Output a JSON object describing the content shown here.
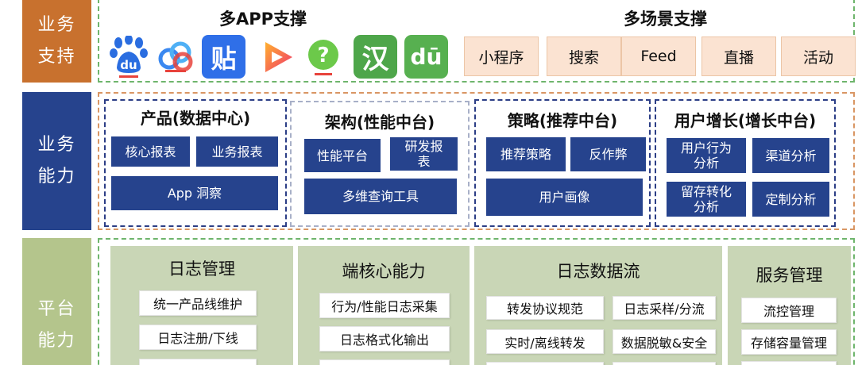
{
  "rows": {
    "business_support": "业务\n支持",
    "business_capability": "业务\n能力",
    "platform_capability": "平台\n能力"
  },
  "multi_app": {
    "title": "多APP支撑",
    "apps": [
      {
        "icon": "baidu-paw-icon",
        "color": "#2a6de0"
      },
      {
        "icon": "cloud-drive-icon",
        "color": "#3a88f0"
      },
      {
        "icon": "tieba-icon",
        "glyph": "贴",
        "color": "#2f6fe8"
      },
      {
        "icon": "video-play-icon",
        "color": "#f03a6a"
      },
      {
        "icon": "zhidao-question-icon",
        "glyph": "?",
        "color": "#6cc94a"
      },
      {
        "icon": "hanyu-dictionary-icon",
        "glyph": "汉",
        "color": "#4ea64a"
      },
      {
        "icon": "du-reader-icon",
        "glyph": "dū",
        "color": "#57b050"
      }
    ]
  },
  "multi_scene": {
    "title": "多场景支撑",
    "scenes": [
      "小程序",
      "搜索",
      "Feed",
      "直播",
      "活动"
    ]
  },
  "capabilities": {
    "product": {
      "title": "产品(数据中心)",
      "items": [
        "核心报表",
        "业务报表",
        "App 洞察"
      ]
    },
    "architecture": {
      "title": "架构(性能中台)",
      "items": [
        "性能平台",
        "研发报\n表",
        "多维查询工具"
      ]
    },
    "strategy": {
      "title": "策略(推荐中台)",
      "items": [
        "推荐策略",
        "反作弊",
        "用户画像"
      ]
    },
    "growth": {
      "title": "用户增长(增长中台)",
      "items": [
        "用户行为\n分析",
        "渠道分析",
        "留存转化\n分析",
        "定制分析"
      ]
    }
  },
  "platform": {
    "log_management": {
      "title": "日志管理",
      "items": [
        "统一产品线维护",
        "日志注册/下线"
      ]
    },
    "client_core": {
      "title": "端核心能力",
      "items": [
        "行为/性能日志采集",
        "日志格式化输出"
      ]
    },
    "log_stream": {
      "title": "日志数据流",
      "items": [
        "转发协议规范",
        "日志采样/分流",
        "实时/离线转发",
        "数据脱敏&安全"
      ]
    },
    "service_management": {
      "title": "服务管理",
      "items": [
        "流控管理",
        "存储容量管理"
      ]
    }
  }
}
